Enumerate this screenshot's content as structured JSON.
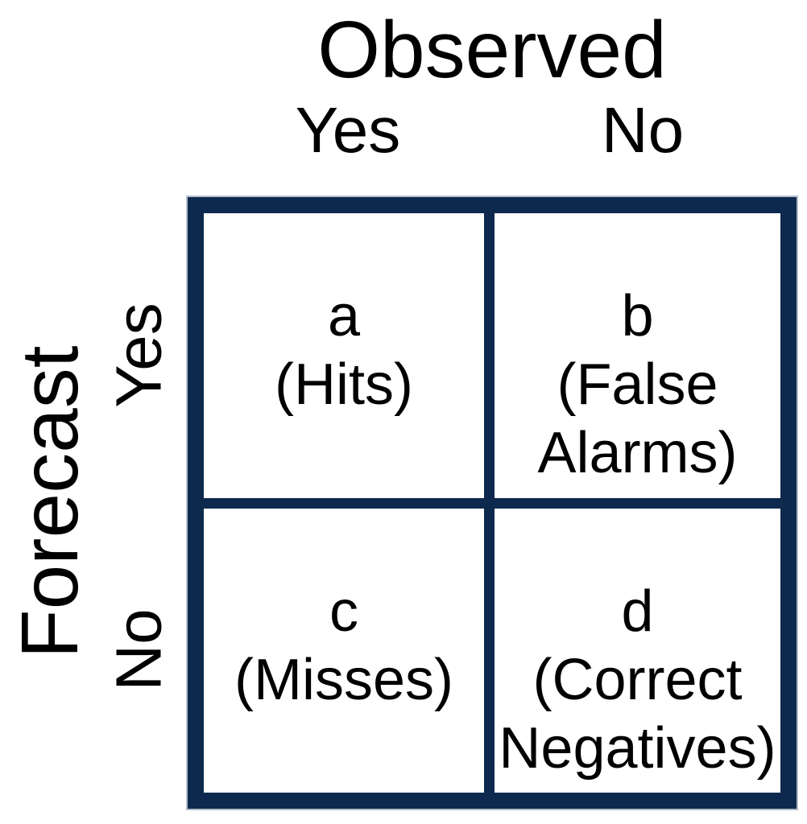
{
  "figure": {
    "col_axis_label": "Observed",
    "row_axis_label": "Forecast",
    "col_headers": [
      "Yes",
      "No"
    ],
    "row_headers": [
      "Yes",
      "No"
    ],
    "cells": [
      {
        "id": "a",
        "text": "a\n(Hits)"
      },
      {
        "id": "b",
        "text": "b\n(False\nAlarms)"
      },
      {
        "id": "c",
        "text": "c\n(Misses)"
      },
      {
        "id": "d",
        "text": "d\n(Correct\nNegatives)"
      }
    ],
    "colors": {
      "border": "#0d294d",
      "cell_bg": "#ffffff",
      "text": "#000000"
    }
  }
}
